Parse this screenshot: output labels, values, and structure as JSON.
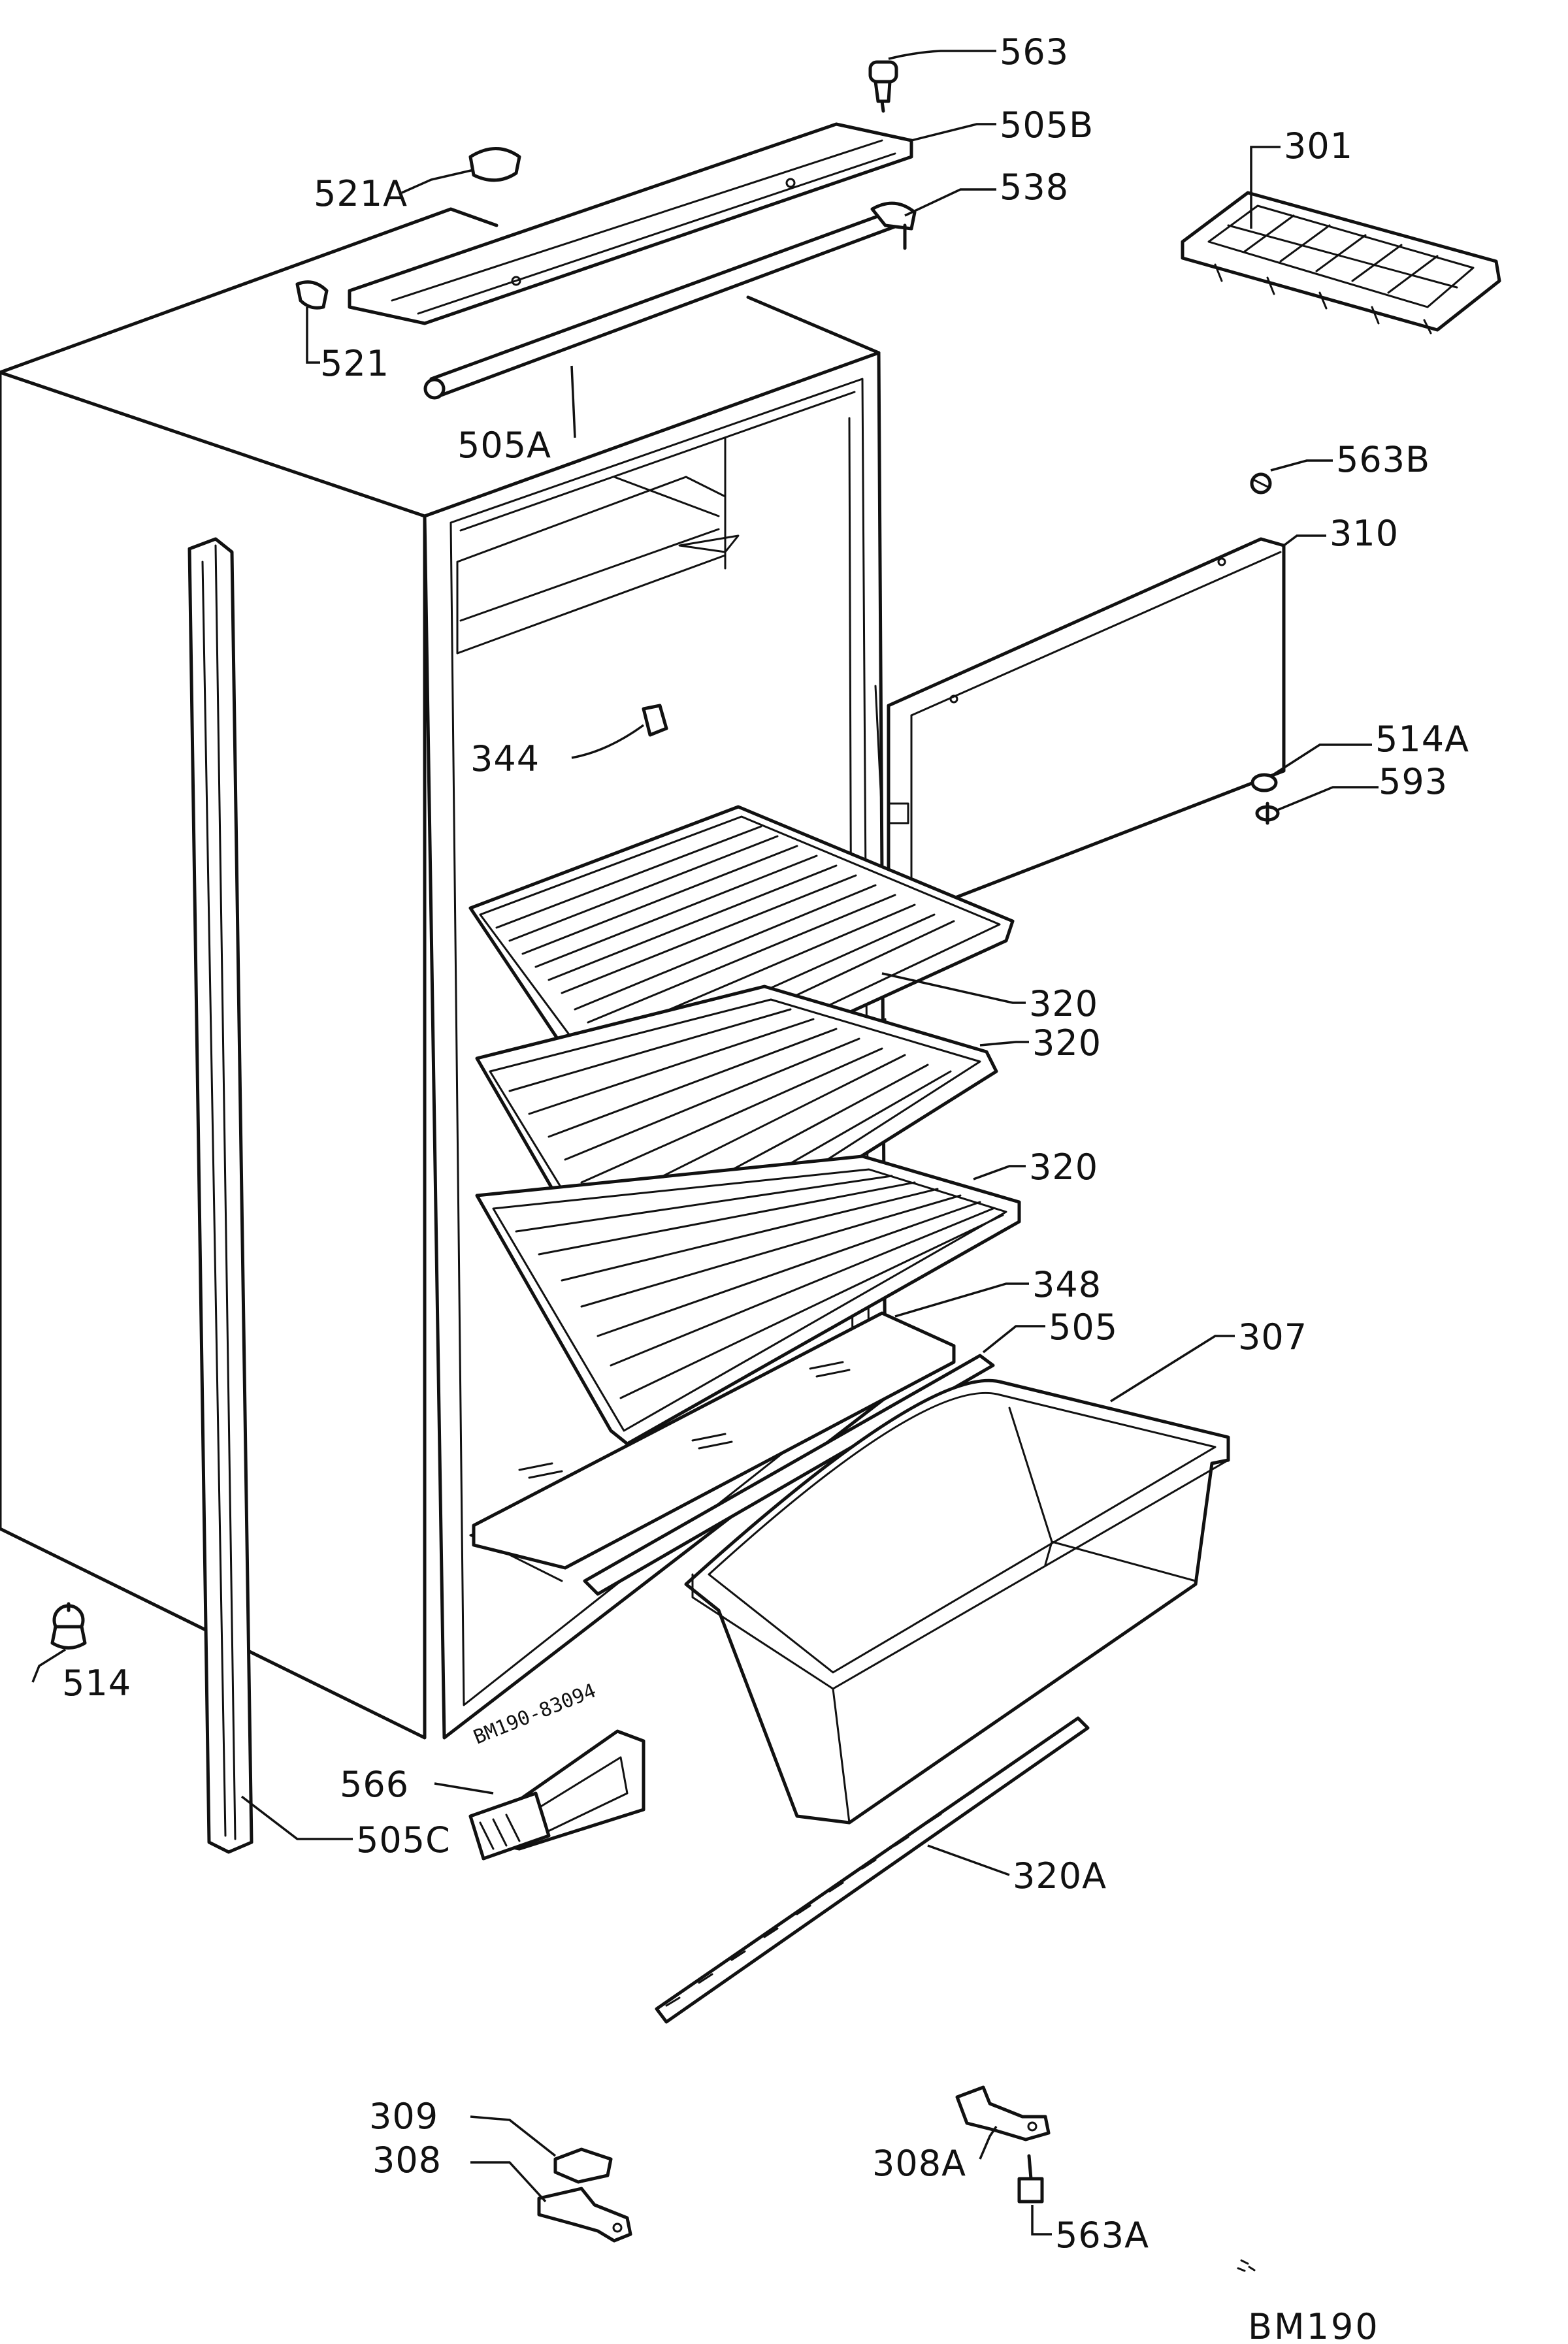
{
  "diagram": {
    "title": "BM190",
    "drawing_number": "BM190-83094",
    "line_color": "#111111",
    "background_color": "#ffffff",
    "callouts": {
      "c563": "563",
      "c505B": "505B",
      "c521A": "521A",
      "c538": "538",
      "c301": "301",
      "c521": "521",
      "c505A": "505A",
      "c563B": "563B",
      "c310": "310",
      "c344": "344",
      "c514A": "514A",
      "c593": "593",
      "c320_1": "320",
      "c320_2": "320",
      "c320_3": "320",
      "c348": "348",
      "c505": "505",
      "c307": "307",
      "c514": "514",
      "c566": "566",
      "c505C": "505C",
      "c320A": "320A",
      "c309": "309",
      "c308": "308",
      "c308A": "308A",
      "c563A": "563A"
    }
  }
}
